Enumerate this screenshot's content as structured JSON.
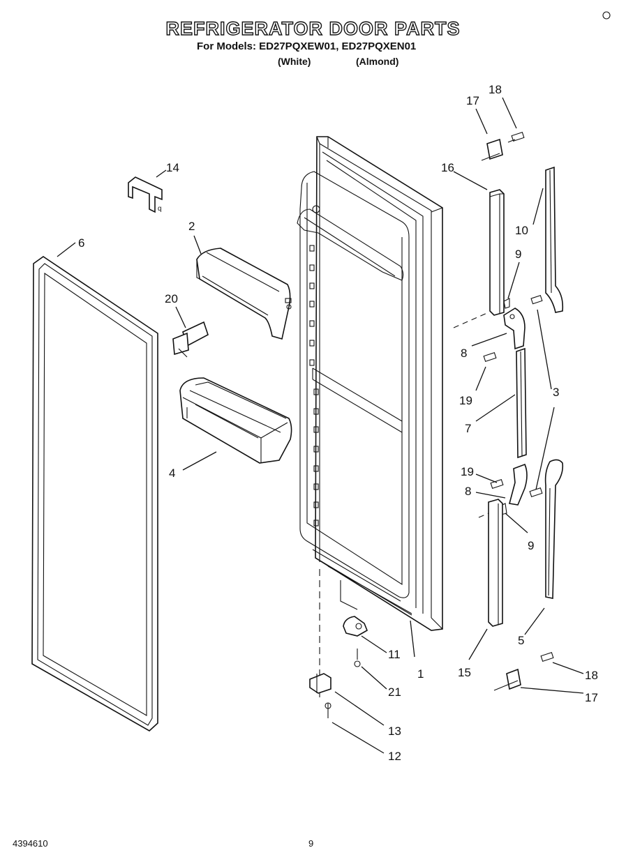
{
  "header": {
    "title": "REFRIGERATOR DOOR PARTS",
    "models_line": "For Models: ED27PQXEW01, ED27PQXEN01",
    "variant_1": "(White)",
    "variant_2": "(Almond)"
  },
  "callouts": {
    "c1": "1",
    "c2": "2",
    "c3": "3",
    "c4": "4",
    "c5": "5",
    "c6": "6",
    "c7": "7",
    "c8a": "8",
    "c8b": "8",
    "c9a": "9",
    "c9b": "9",
    "c10": "10",
    "c11": "11",
    "c12": "12",
    "c13": "13",
    "c14": "14",
    "c15": "15",
    "c16": "16",
    "c17a": "17",
    "c17b": "17",
    "c18a": "18",
    "c18b": "18",
    "c19a": "19",
    "c19b": "19",
    "c20": "20",
    "c21": "21"
  },
  "footer": {
    "doc_code": "4394610",
    "page": "9"
  }
}
